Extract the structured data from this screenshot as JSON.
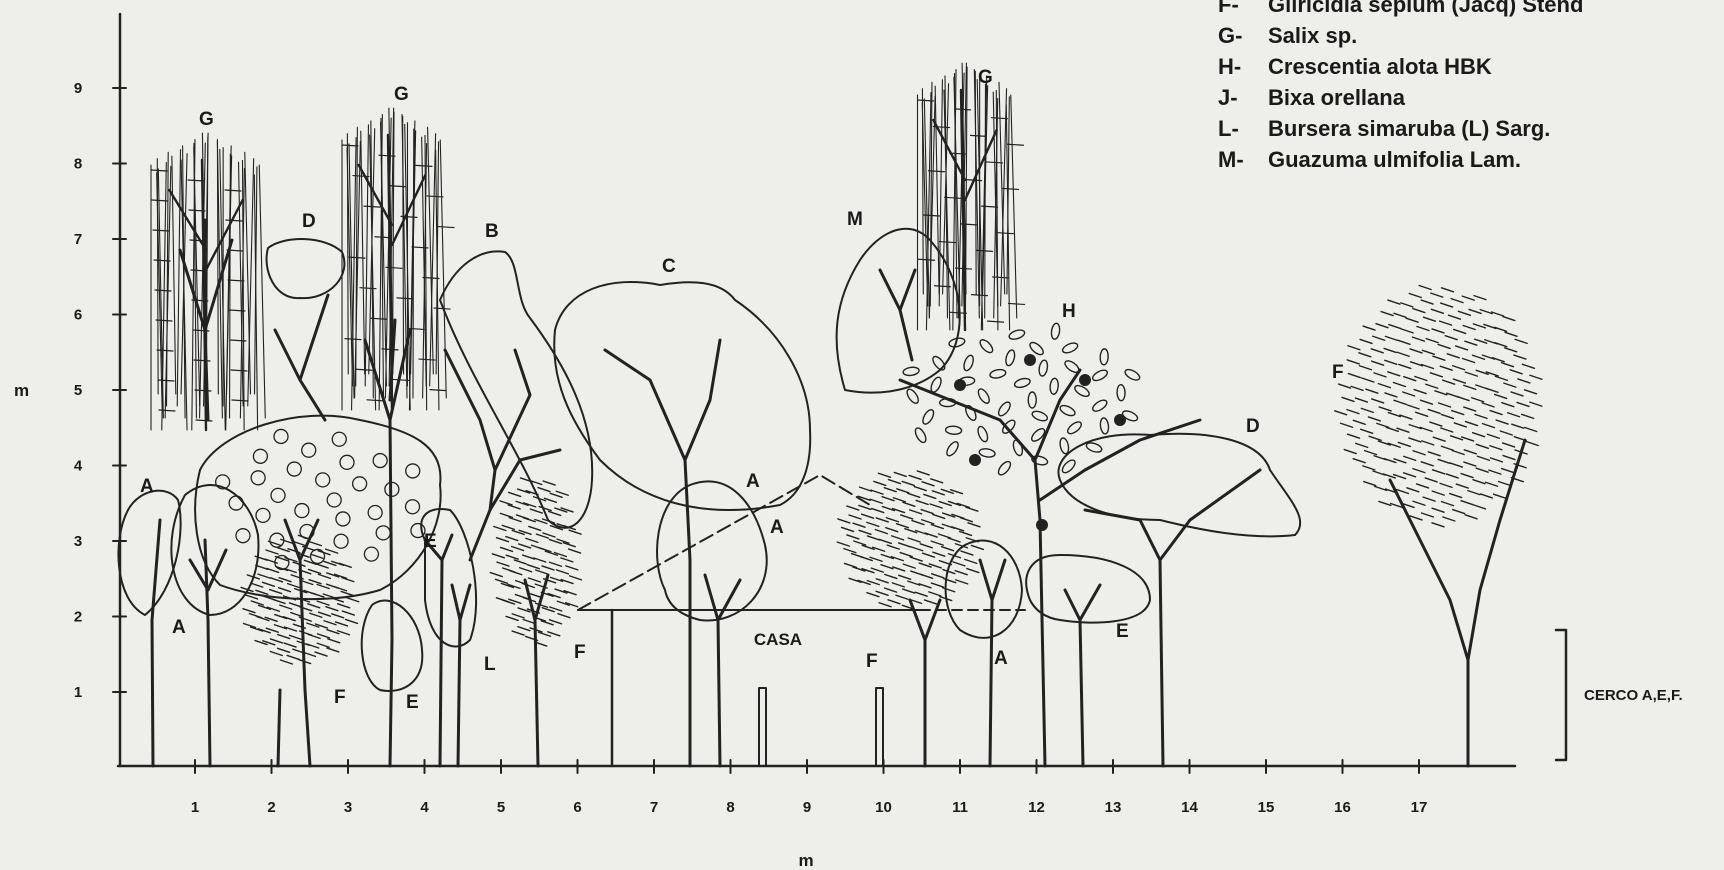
{
  "axes": {
    "y_unit": "m",
    "x_unit": "m",
    "y_ticks": [
      "1",
      "2",
      "3",
      "4",
      "5",
      "6",
      "7",
      "8",
      "9"
    ],
    "x_ticks": [
      "1",
      "2",
      "3",
      "4",
      "5",
      "6",
      "7",
      "8",
      "9",
      "10",
      "11",
      "12",
      "13",
      "14",
      "15",
      "16",
      "17"
    ]
  },
  "legend": [
    {
      "key": "F-",
      "name": "Gliricidia sepium (Jacq) Stend"
    },
    {
      "key": "G-",
      "name": "Salix sp."
    },
    {
      "key": "H-",
      "name": "Crescentia alota HBK"
    },
    {
      "key": "J-",
      "name": "Bixa orellana"
    },
    {
      "key": "L-",
      "name": "Bursera simaruba (L) Sarg."
    },
    {
      "key": "M-",
      "name": "Guazuma ulmifolia Lam."
    }
  ],
  "house_label": "CASA",
  "fence_label": "CERCO A,E,F.",
  "tree_labels": {
    "A1": "A",
    "A2": "A",
    "A3": "A",
    "A4": "A",
    "A5": "A",
    "G1": "G",
    "G2": "G",
    "G3": "G",
    "D1": "D",
    "D2": "D",
    "B": "B",
    "C": "C",
    "M": "M",
    "H": "H",
    "E1": "E",
    "E2": "E",
    "E3": "E",
    "F1": "F",
    "F2": "F",
    "F3": "F",
    "F4": "F",
    "L": "L"
  }
}
